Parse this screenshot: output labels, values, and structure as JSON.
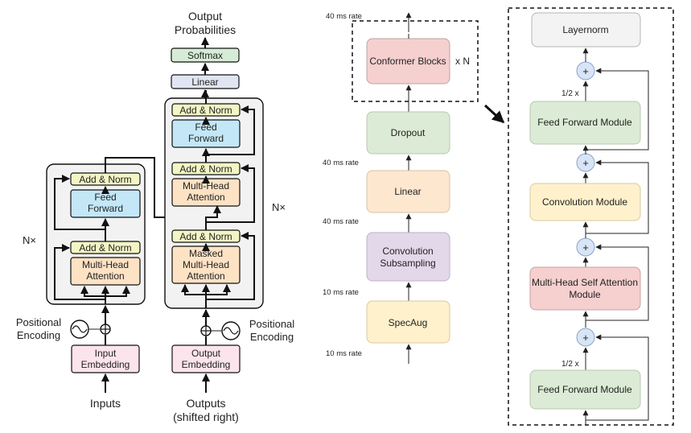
{
  "transformer": {
    "output_probabilities": [
      "Output",
      "Probabilities"
    ],
    "softmax": "Softmax",
    "linear": "Linear",
    "nx": "N×",
    "encoder": {
      "add_norm_1": "Add & Norm",
      "feed_forward": [
        "Feed",
        "Forward"
      ],
      "add_norm_2": "Add & Norm",
      "attention": [
        "Multi-Head",
        "Attention"
      ],
      "positional_encoding": [
        "Positional",
        "Encoding"
      ],
      "input_embedding": [
        "Input",
        "Embedding"
      ],
      "inputs": "Inputs"
    },
    "decoder": {
      "add_norm_1": "Add & Norm",
      "feed_forward": [
        "Feed",
        "Forward"
      ],
      "add_norm_2": "Add & Norm",
      "attention": [
        "Multi-Head",
        "Attention"
      ],
      "add_norm_3": "Add & Norm",
      "masked_attention": [
        "Masked",
        "Multi-Head",
        "Attention"
      ],
      "positional_encoding": [
        "Positional",
        "Encoding"
      ],
      "output_embedding": [
        "Output",
        "Embedding"
      ],
      "outputs": [
        "Outputs",
        "(shifted right)"
      ]
    }
  },
  "conformer_pipeline": {
    "rate_top": "40 ms rate",
    "conformer_blocks": "Conformer Blocks",
    "times_n": "x N",
    "dropout": "Dropout",
    "rate_after_linear": "40 ms rate",
    "linear": "Linear",
    "rate_after_subsampling": "40 ms rate",
    "convolution_subsampling": [
      "Convolution",
      "Subsampling"
    ],
    "rate_after_specaug": "10 ms rate",
    "specaug": "SpecAug",
    "rate_input": "10 ms rate"
  },
  "conformer_block": {
    "layernorm": "Layernorm",
    "plus": "+",
    "half_top": "1/2 x",
    "feed_forward_top": "Feed Forward Module",
    "convolution": "Convolution Module",
    "mhsa": [
      "Multi-Head Self Attention",
      "Module"
    ],
    "half_bottom": "1/2 x",
    "feed_forward_bottom": "Feed Forward Module"
  },
  "colors": {
    "transformer_pink": "#fce4ec",
    "transformer_orange": "#fde2c4",
    "transformer_blue": "#c3e7f6",
    "transformer_yellow": "#f3f5c4",
    "transformer_lavender": "#e1e5f3",
    "transformer_green": "#d6ecd6",
    "transformer_gray": "#f2f2f2",
    "conformer_green": "#dcebd5",
    "conformer_orange": "#fde7cf",
    "conformer_purple": "#e3d8ea",
    "conformer_yellow": "#fff1cc",
    "conformer_red": "#f6cfcf",
    "conformer_gray": "#f3f3f3",
    "conformer_plus_blue": "#d8e5f6"
  }
}
